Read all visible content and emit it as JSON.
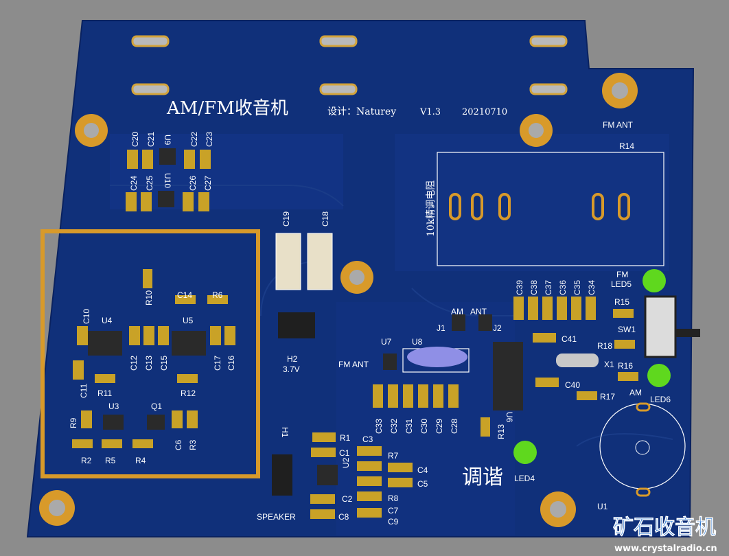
{
  "board": {
    "title": "AM/FM收音机",
    "designer": "设计：Naturey",
    "version": "V1.3",
    "date": "20210710",
    "tuning_label": "调谐",
    "pot_label": "10k精调电阻",
    "colors": {
      "board": "#10307a",
      "copper": "#c9a227",
      "background": "#8c8c8c",
      "led": "#5fd81e"
    }
  },
  "labels": {
    "fm_ant_top": "FM ANT",
    "r14": "R14",
    "c20": "C20",
    "c21": "C21",
    "u9": "U9",
    "c22": "C22",
    "c23": "C23",
    "c24": "C24",
    "c25": "C25",
    "u10": "U10",
    "c26": "C26",
    "c27": "C27",
    "c19": "C19",
    "c18": "C18",
    "r10": "R10",
    "c14": "C14",
    "r6": "R6",
    "c10": "C10",
    "u4": "U4",
    "u5": "U5",
    "c12": "C12",
    "c13": "C13",
    "c15": "C15",
    "c17": "C17",
    "c16": "C16",
    "c11": "C11",
    "r11": "R11",
    "r12": "R12",
    "u3": "U3",
    "q1": "Q1",
    "r9": "R9",
    "c6": "C6",
    "r3": "R3",
    "r2": "R2",
    "r5": "R5",
    "r4": "R4",
    "h2": "H2",
    "h2v": "3.7V",
    "h1": "H1",
    "speaker": "SPEAKER",
    "r1": "R1",
    "c1": "C1",
    "c3": "C3",
    "u2": "U2",
    "r7": "R7",
    "c4": "C4",
    "c5": "C5",
    "c2": "C2",
    "r8": "R8",
    "c8": "C8",
    "c7": "C7",
    "c9": "C9",
    "u7": "U7",
    "u8": "U8",
    "fm_ant": "FM ANT",
    "am": "AM",
    "ant": "ANT",
    "j1": "J1",
    "j2": "J2",
    "c33": "C33",
    "c32": "C32",
    "c31": "C31",
    "c30": "C30",
    "c29": "C29",
    "c28": "C28",
    "u6": "U6",
    "r13": "R13",
    "c39": "C39",
    "c38": "C38",
    "c37": "C37",
    "c36": "C36",
    "c35": "C35",
    "c34": "C34",
    "c41": "C41",
    "c40": "C40",
    "x1": "X1",
    "r17": "R17",
    "r18": "R18",
    "sw1": "SW1",
    "r15": "R15",
    "r16": "R16",
    "fm": "FM",
    "led5": "LED5",
    "am2": "AM",
    "led6": "LED6",
    "led4": "LED4",
    "u1": "U1"
  },
  "watermark": {
    "title": "矿石收音机",
    "url": "www.crystalradio.cn"
  }
}
